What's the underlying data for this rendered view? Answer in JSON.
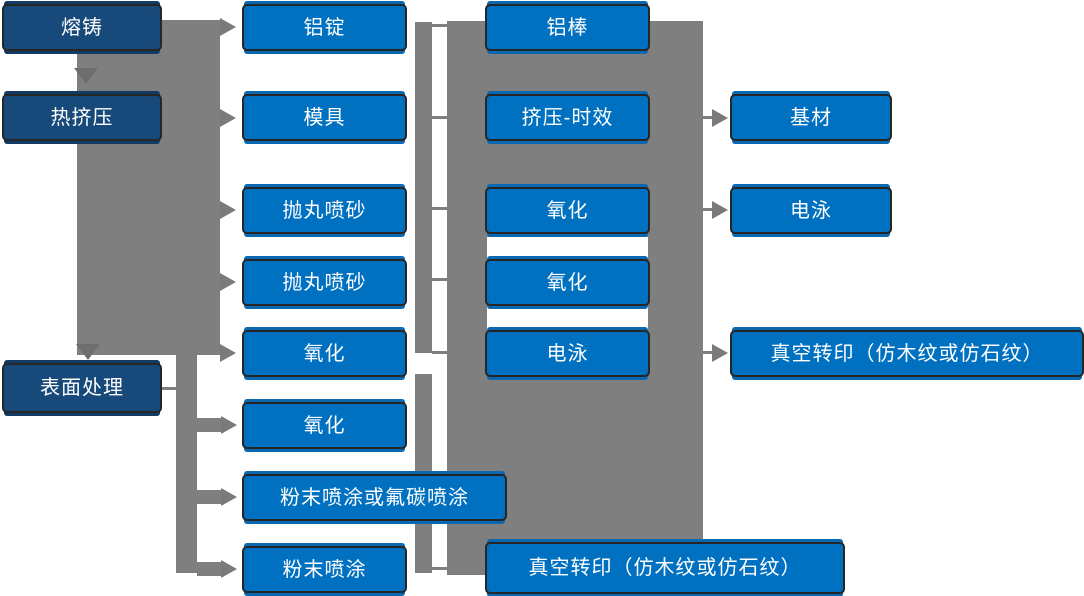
{
  "diagram": {
    "type": "process-flowchart",
    "colors": {
      "process_blue": "#0070c0",
      "stage_navy": "#17497a",
      "connector_gray": "#7f7f7f",
      "box_border": "#262626",
      "text": "#ffffff"
    },
    "nodes": {
      "melting": {
        "label": "熔铸"
      },
      "hot_extrusion": {
        "label": "热挤压"
      },
      "surface_treatment": {
        "label": "表面处理"
      },
      "aluminum_ingot": {
        "label": "铝锭"
      },
      "mold": {
        "label": "模具"
      },
      "shot_blasting_1": {
        "label": "抛丸喷砂"
      },
      "shot_blasting_2": {
        "label": "抛丸喷砂"
      },
      "oxidation_mid_1": {
        "label": "氧化"
      },
      "oxidation_mid_2": {
        "label": "氧化"
      },
      "powder_or_fluorocarbon": {
        "label": "粉末喷涂或氟碳喷涂"
      },
      "powder_coating": {
        "label": "粉末喷涂"
      },
      "aluminum_rod": {
        "label": "铝棒"
      },
      "extrusion_aging": {
        "label": "挤压-时效"
      },
      "oxidation_right_1": {
        "label": "氧化"
      },
      "oxidation_right_2": {
        "label": "氧化"
      },
      "electrophoresis_mid": {
        "label": "电泳"
      },
      "vacuum_transfer_bottom": {
        "label": "真空转印（仿木纹或仿石纹）"
      },
      "base_material": {
        "label": "基材"
      },
      "electrophoresis_out": {
        "label": "电泳"
      },
      "vacuum_transfer_out": {
        "label": "真空转印（仿木纹或仿石纹）"
      }
    }
  }
}
